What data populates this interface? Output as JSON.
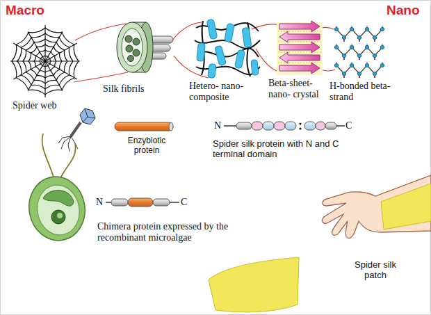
{
  "diagram": {
    "labels": [
      "Macro",
      "Nano",
      "Spider web",
      "Silk fibrils",
      "Hetero- nano- composite",
      "Beta-sheet- nano- crystal",
      "H-bonded beta-strand",
      "Enzybiotic protein",
      "N",
      "C",
      "Spider silk protein with N and C terminal domain",
      "N",
      "C",
      "Chimera protein expressed by the recombinant microalgae",
      "Spider silk patch"
    ]
  }
}
